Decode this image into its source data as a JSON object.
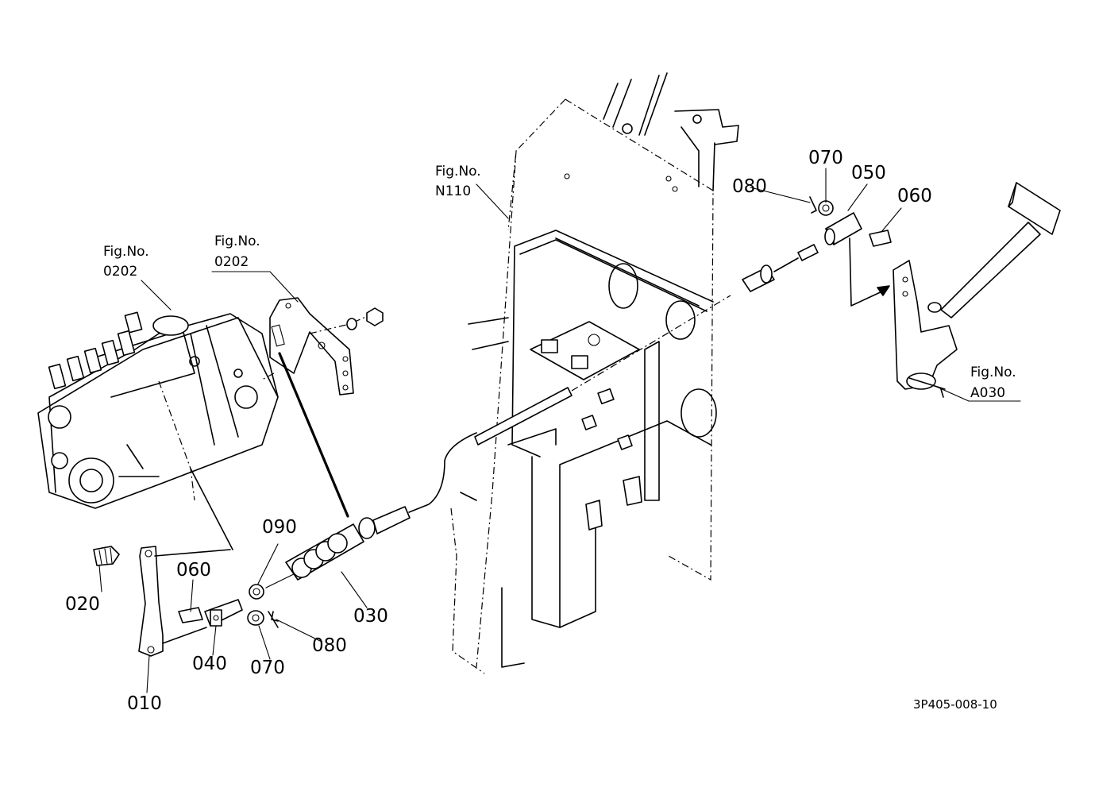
{
  "figure_refs": {
    "pump": [
      "Fig.No.",
      "0202"
    ],
    "bracket": [
      "Fig.No.",
      "0202"
    ],
    "frame": [
      "Fig.No.",
      "N110"
    ],
    "pedal": [
      "Fig.No.",
      "A030"
    ]
  },
  "part_labels": {
    "p010": "010",
    "p020": "020",
    "p030": "030",
    "p040": "040",
    "p060_left": "060",
    "p070_left": "070",
    "p080_left": "080",
    "p090": "090",
    "p050": "050",
    "p060_right": "060",
    "p070_right": "070",
    "p080_right": "080"
  },
  "drawing_code": "3P405-008-10"
}
